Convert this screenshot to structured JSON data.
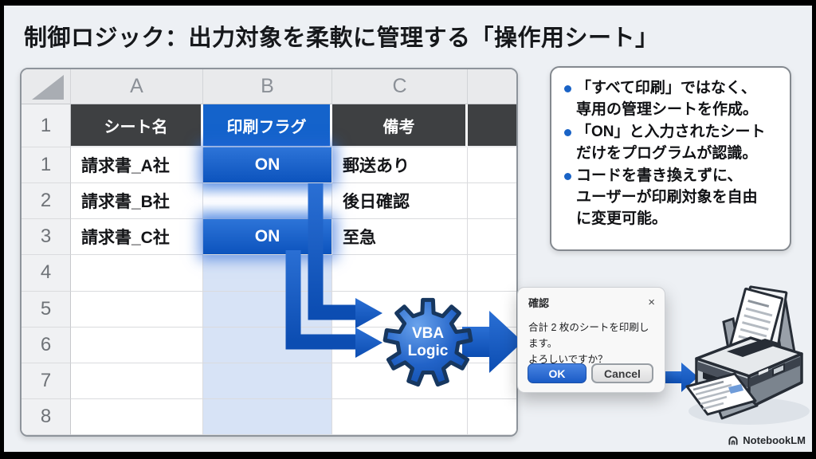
{
  "title": "制御ロジック：出力対象を柔軟に管理する「操作用シート」",
  "spreadsheet": {
    "col_letters": [
      "A",
      "B",
      "C",
      ""
    ],
    "header": {
      "row_num": "1",
      "cells": [
        {
          "text": "シート名",
          "variant": "dark"
        },
        {
          "text": "印刷フラグ",
          "variant": "blue"
        },
        {
          "text": "備考",
          "variant": "dark"
        },
        {
          "text": "",
          "variant": "dark"
        }
      ]
    },
    "rows": [
      {
        "num": "1",
        "sheet_name": "請求書_A社",
        "flag": "ON",
        "flag_state": "on",
        "note": "郵送あり"
      },
      {
        "num": "2",
        "sheet_name": "請求書_B社",
        "flag": "",
        "flag_state": "between",
        "note": "後日確認"
      },
      {
        "num": "3",
        "sheet_name": "請求書_C社",
        "flag": "ON",
        "flag_state": "on",
        "note": "至急"
      },
      {
        "num": "4",
        "sheet_name": "",
        "flag": "",
        "flag_state": "shaded",
        "note": ""
      },
      {
        "num": "5",
        "sheet_name": "",
        "flag": "",
        "flag_state": "shaded",
        "note": ""
      },
      {
        "num": "6",
        "sheet_name": "",
        "flag": "",
        "flag_state": "shaded",
        "note": ""
      },
      {
        "num": "7",
        "sheet_name": "",
        "flag": "",
        "flag_state": "shaded",
        "note": ""
      },
      {
        "num": "8",
        "sheet_name": "",
        "flag": "",
        "flag_state": "shaded",
        "note": ""
      }
    ]
  },
  "notes": {
    "items": [
      {
        "text": "「すべて印刷」ではなく、\n専用の管理シートを作成。"
      },
      {
        "text": "「ON」と入力されたシート\nだけをプログラムが認識。"
      },
      {
        "text": "コードを書き換えずに、\nユーザーが印刷対象を自由\nに変更可能。"
      }
    ]
  },
  "gear": {
    "line1": "VBA",
    "line2": "Logic"
  },
  "dialog": {
    "title": "確認",
    "close": "×",
    "body": "合計 2 枚のシートを印刷します。\nよろしいですか？",
    "ok": "OK",
    "cancel": "Cancel"
  },
  "footer": {
    "brand": "NotebookLM"
  },
  "colors": {
    "accent_blue": "#1159c7",
    "on_cell_blue": "#0f58c0",
    "header_dark": "#3e4042",
    "header_blue": "#1463cb",
    "column_shade": "#d7e3f6",
    "slide_bg": "#edf0f4",
    "frame_black": "#000000"
  }
}
